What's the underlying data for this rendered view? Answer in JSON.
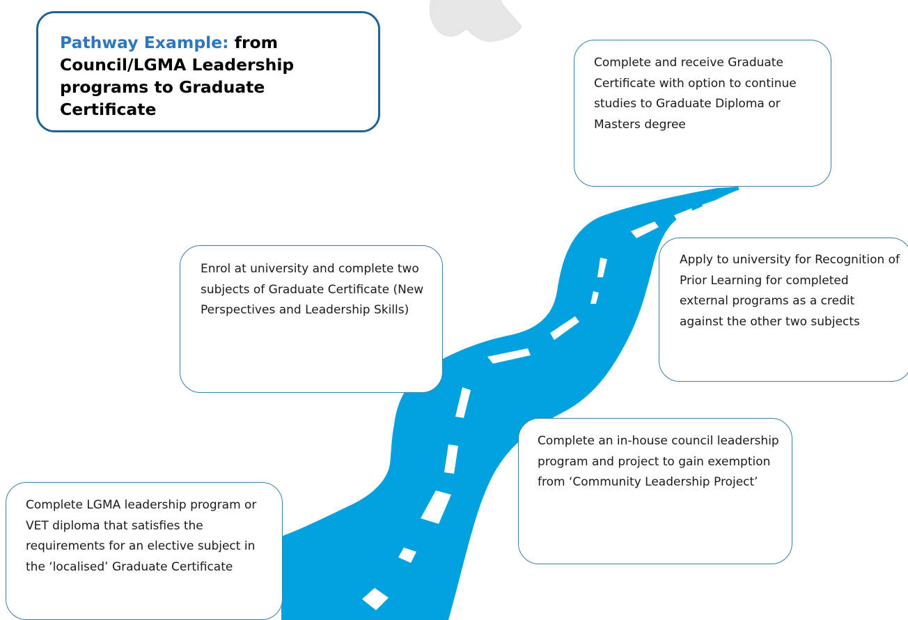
{
  "title": {
    "accent": "Pathway Example:",
    "rest": "from Council/LGMA Leadership programs to Graduate Certificate"
  },
  "steps": [
    {
      "text": "Complete and receive Graduate Certificate with option to continue studies to Graduate Diploma or  Masters degree"
    },
    {
      "text": "Enrol at university and complete two subjects of Graduate Certificate (New Perspectives and Leadership Skills)"
    },
    {
      "text": "Apply to university for Recognition of Prior Learning for completed external programs as a credit against the other two subjects"
    },
    {
      "text": "Complete an in-house council leadership program and project to gain exemption from ‘Community Leadership Project’"
    },
    {
      "text": "Complete LGMA leadership program or VET diploma that satisfies the requirements for an elective subject in the ‘localised’ Graduate Certificate"
    }
  ],
  "colors": {
    "road": "#00a1df",
    "lane_marking": "#ffffff",
    "watermark": "#e6e6e6",
    "title_border": "#1f6391",
    "title_accent": "#2e77c0",
    "box_border": "#3a7ea5"
  }
}
